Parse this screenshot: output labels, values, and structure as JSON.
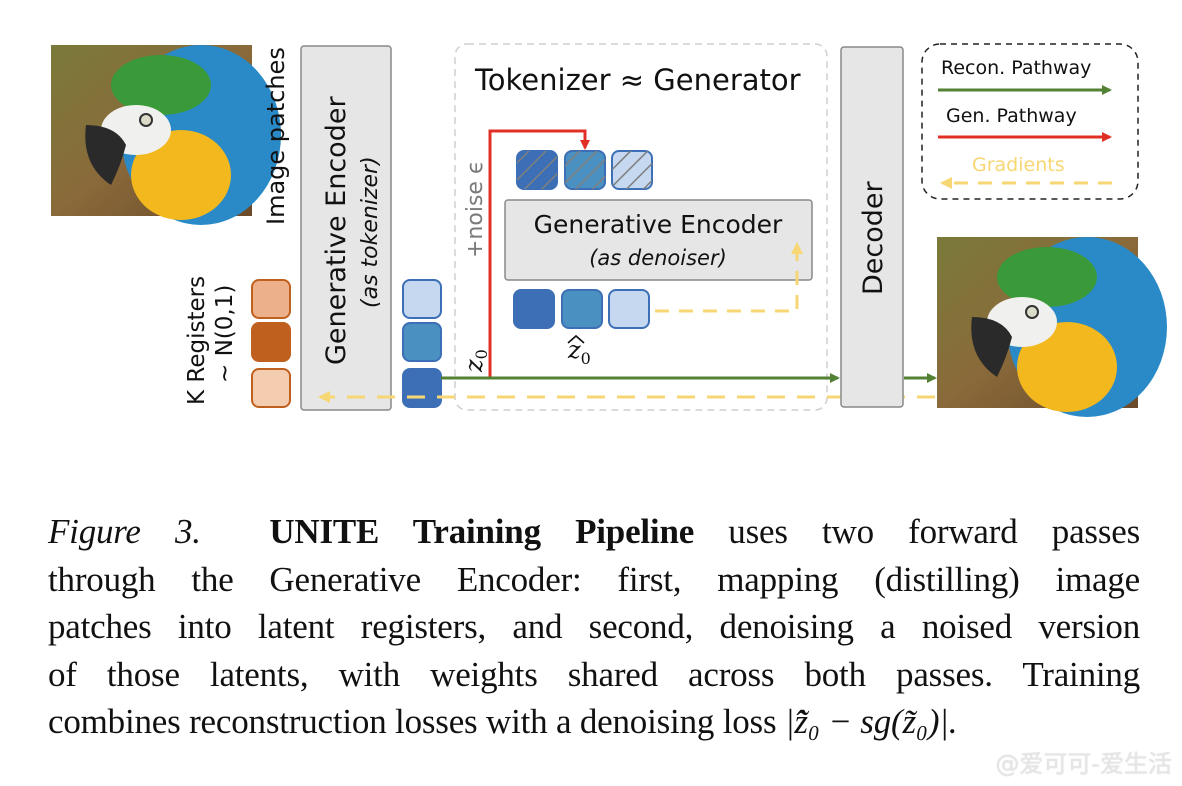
{
  "diagram": {
    "input_image_label": "Image patches",
    "registers_label_line1": "K Registers",
    "registers_label_line2": "~ N(0,1)",
    "encoder_tokenizer_title": "Generative Encoder",
    "encoder_tokenizer_subtitle": "(as tokenizer)",
    "group_title": "Tokenizer ≈ Generator",
    "noise_label": "+noise ϵ",
    "z0_label": "z",
    "z0_sub": "0",
    "zhat_label": "z",
    "zhat_sub": "0",
    "encoder_denoiser_title": "Generative Encoder",
    "encoder_denoiser_subtitle": "(as denoiser)",
    "decoder_label": "Decoder",
    "legend": {
      "items": [
        {
          "label": "Recon. Pathway",
          "color": "#548235",
          "style": "solid"
        },
        {
          "label": "Gen. Pathway",
          "color": "#e03025",
          "style": "solid"
        },
        {
          "label": "Gradients",
          "color": "#f7d774",
          "style": "dashed"
        }
      ]
    },
    "colors": {
      "register_light": "#f4cdb0",
      "register_mid": "#ecb08a",
      "register_dark": "#c0601f",
      "register_border": "#c0601f",
      "latent_light": "#c5d8ef",
      "latent_mid": "#4a90c0",
      "latent_dark": "#3c6fb5",
      "latent_border": "#3c6fb5",
      "box_fill": "#e6e6e6",
      "box_border": "#888888"
    }
  },
  "caption": {
    "figure_label": "Figure 3.",
    "title": "UNITE Training Pipeline",
    "lines": [
      " uses two forward passes",
      "through the Generative Encoder: first, mapping (distilling) image",
      "patches into latent registers, and second, denoising a noised version",
      "of those latents, with weights shared across both passes. Training",
      "combines reconstruction losses with a denoising loss "
    ],
    "formula": "|z̃̂₀ − sg(z̃₀)|."
  },
  "watermark": "@爱可可-爱生活"
}
